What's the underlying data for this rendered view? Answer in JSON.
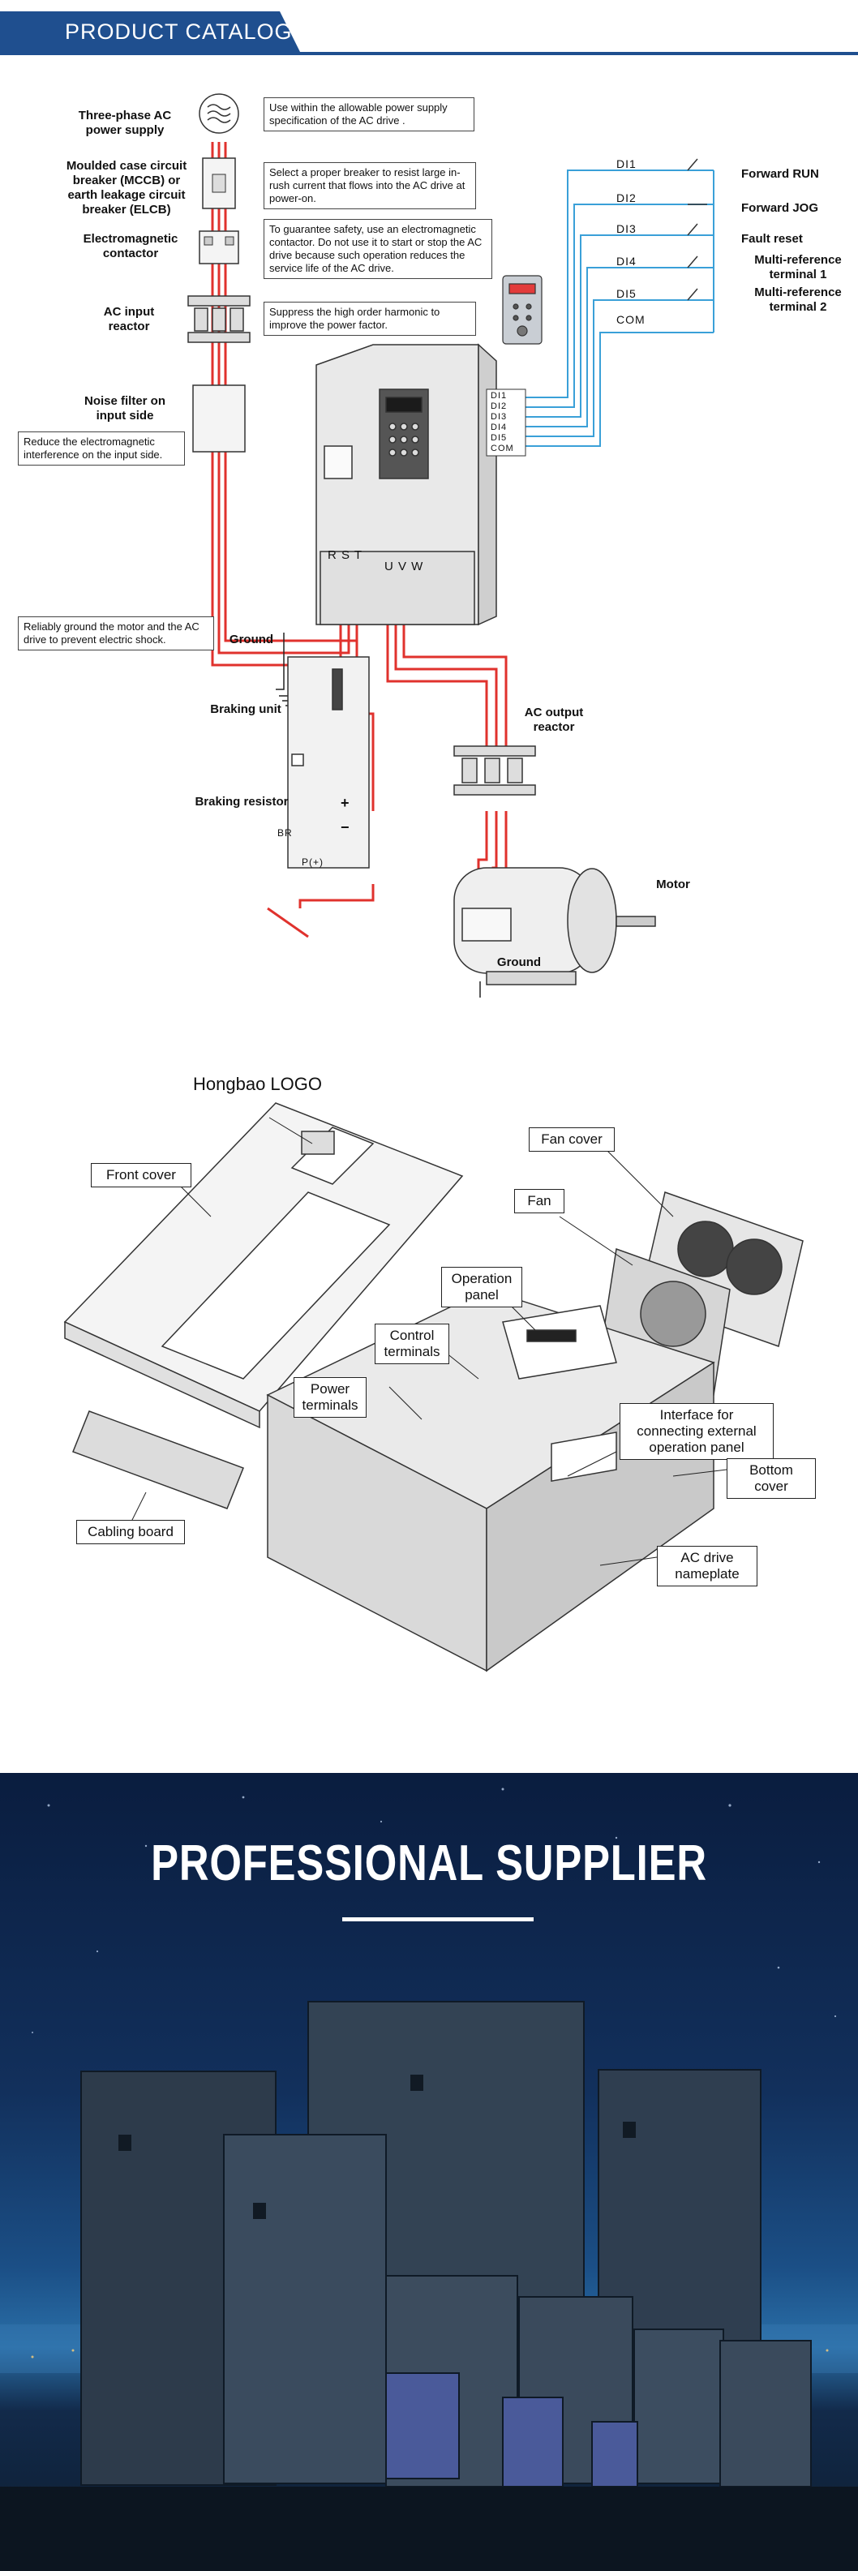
{
  "header": {
    "title": "PRODUCT CATALOG"
  },
  "wiring": {
    "left_labels": {
      "power_supply": "Three-phase AC power supply",
      "mccb": "Moulded case circuit breaker (MCCB) or earth leakage circuit breaker (ELCB)",
      "contactor": "Electromagnetic contactor",
      "input_reactor": "AC input reactor",
      "noise_filter": "Noise filter on input side",
      "ground": "Ground",
      "braking_unit": "Braking unit",
      "braking_resistor": "Braking resistor"
    },
    "notes": {
      "supply": "Use within the allowable power supply specification of the AC drive .",
      "breaker": "Select a proper breaker to resist large in-rush current that flows into the AC drive at power-on.",
      "contactor": "To guarantee safety, use an electromagnetic contactor. Do not use it to start or stop the AC drive because such operation reduces the service life of the AC drive.",
      "reactor": "Suppress the high order harmonic to improve the power factor.",
      "filter": "Reduce the electromagnetic interference on the input side.",
      "ground": "Reliably ground the motor and the AC drive to prevent electric shock."
    },
    "terminals": {
      "rst": "R S T",
      "uvw": "U V W",
      "di": [
        "DI1",
        "DI2",
        "DI3",
        "DI4",
        "DI5",
        "COM"
      ],
      "plus": "+",
      "minus": "−",
      "br": "BR",
      "p": "P(+)"
    },
    "functions": [
      "Forward RUN",
      "Forward JOG",
      "Fault reset",
      "Multi-reference terminal 1",
      "Multi-reference terminal 2"
    ],
    "right_labels": {
      "output_reactor": "AC output reactor",
      "motor": "Motor",
      "ground": "Ground"
    }
  },
  "exploded": {
    "logo": "Hongbao LOGO",
    "front_cover": "Front cover",
    "fan_cover": "Fan cover",
    "fan": "Fan",
    "operation_panel": "Operation panel",
    "control_terminals": "Control terminals",
    "power_terminals": "Power terminals",
    "interface": "Interface for connecting external operation panel",
    "bottom_cover": "Bottom cover",
    "cabling_board": "Cabling board",
    "nameplate": "AC drive nameplate"
  },
  "banner": {
    "title": "PROFESSIONAL SUPPLIER"
  },
  "colors": {
    "brand_blue": "#1f4f8f",
    "wire_red": "#e0322d",
    "signal_blue": "#3aa0d8"
  }
}
